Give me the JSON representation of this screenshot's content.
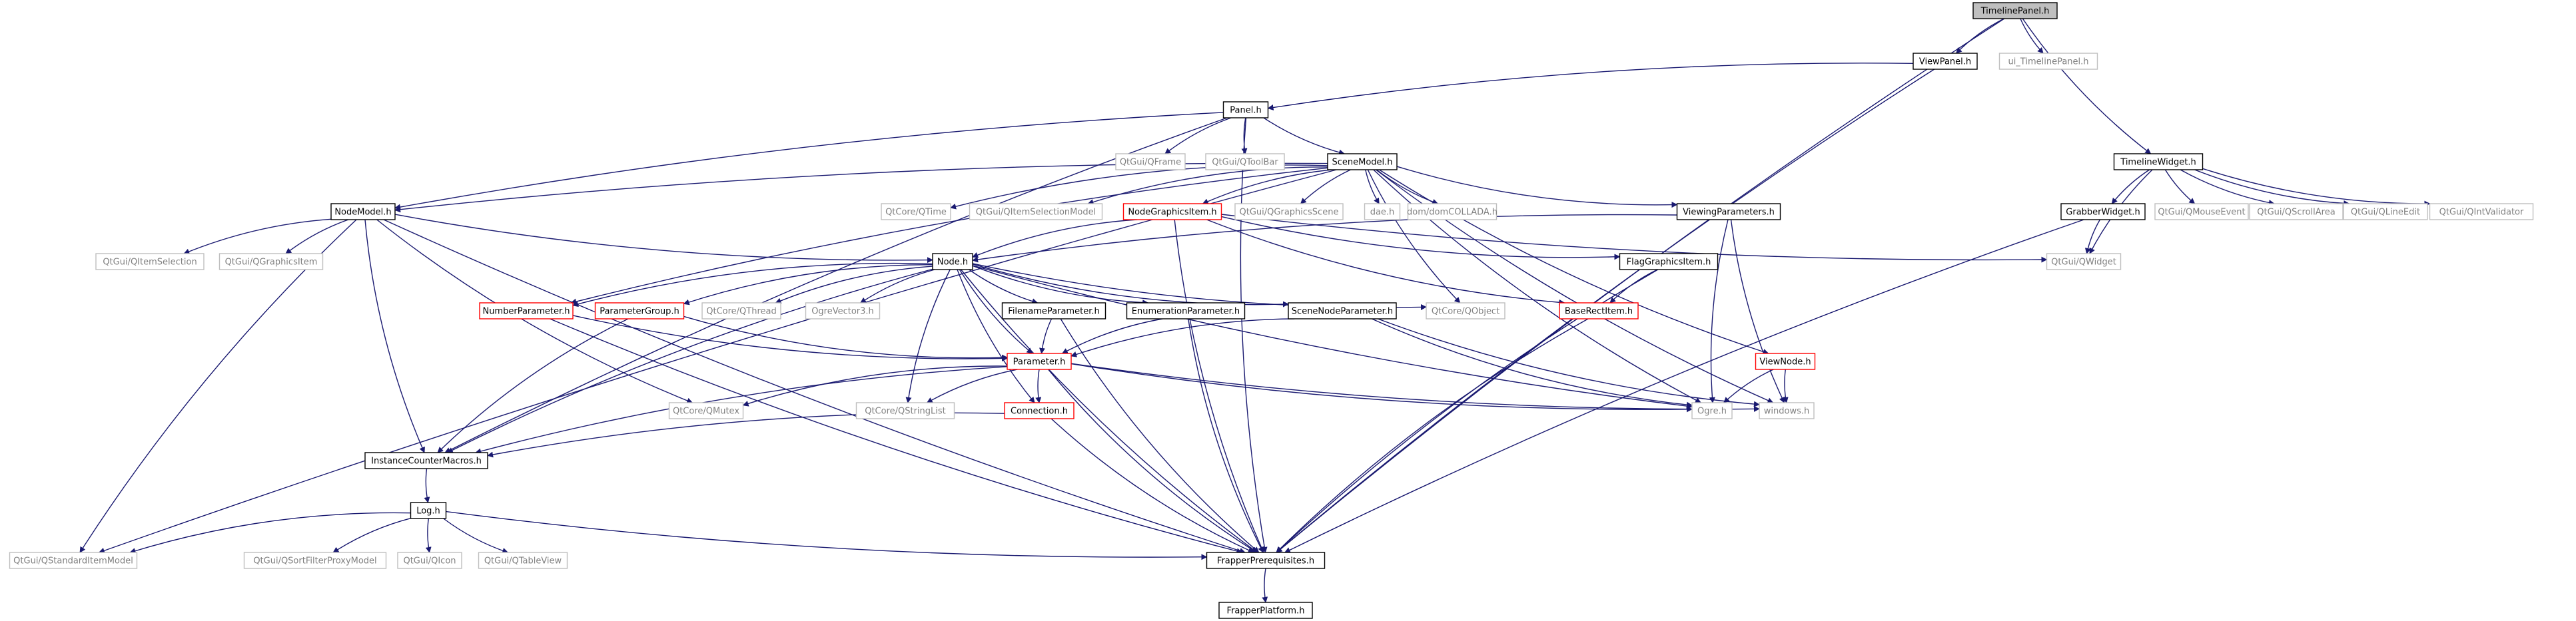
{
  "colors": {
    "edge": "#191970",
    "current_fill": "#bfbfbf",
    "normal_border": "#000000",
    "system_border": "#bfbfbf",
    "system_text": "#7f7f7f",
    "red_border": "#ff0000"
  },
  "nodes": [
    {
      "id": "TimelinePanel",
      "label": "TimelinePanel.h",
      "kind": "current"
    },
    {
      "id": "ViewPanel",
      "label": "ViewPanel.h",
      "kind": "normal"
    },
    {
      "id": "ui_TimelinePanel",
      "label": "ui_TimelinePanel.h",
      "kind": "system"
    },
    {
      "id": "Panel",
      "label": "Panel.h",
      "kind": "normal"
    },
    {
      "id": "TimelineWidget",
      "label": "TimelineWidget.h",
      "kind": "normal"
    },
    {
      "id": "QFrame",
      "label": "QtGui/QFrame",
      "kind": "system"
    },
    {
      "id": "QToolBar",
      "label": "QtGui/QToolBar",
      "kind": "system"
    },
    {
      "id": "SceneModel",
      "label": "SceneModel.h",
      "kind": "normal"
    },
    {
      "id": "NodeModel",
      "label": "NodeModel.h",
      "kind": "normal"
    },
    {
      "id": "QTime",
      "label": "QtCore/QTime",
      "kind": "system"
    },
    {
      "id": "QItemSelectionModel",
      "label": "QtGui/QItemSelectionModel",
      "kind": "system"
    },
    {
      "id": "NodeGraphicsItem",
      "label": "NodeGraphicsItem.h",
      "kind": "red"
    },
    {
      "id": "QGraphicsScene",
      "label": "QtGui/QGraphicsScene",
      "kind": "system"
    },
    {
      "id": "dae",
      "label": "dae.h",
      "kind": "system"
    },
    {
      "id": "domCOLLADA",
      "label": "dom/domCOLLADA.h",
      "kind": "system"
    },
    {
      "id": "ViewingParameters",
      "label": "ViewingParameters.h",
      "kind": "normal"
    },
    {
      "id": "GrabberWidget",
      "label": "GrabberWidget.h",
      "kind": "normal"
    },
    {
      "id": "QMouseEvent",
      "label": "QtGui/QMouseEvent",
      "kind": "system"
    },
    {
      "id": "QScrollArea",
      "label": "QtGui/QScrollArea",
      "kind": "system"
    },
    {
      "id": "QLineEdit",
      "label": "QtGui/QLineEdit",
      "kind": "system"
    },
    {
      "id": "QIntValidator",
      "label": "QtGui/QIntValidator",
      "kind": "system"
    },
    {
      "id": "QItemSelection",
      "label": "QtGui/QItemSelection",
      "kind": "system"
    },
    {
      "id": "QGraphicsItem",
      "label": "QtGui/QGraphicsItem",
      "kind": "system"
    },
    {
      "id": "Node",
      "label": "Node.h",
      "kind": "normal"
    },
    {
      "id": "FlagGraphicsItem",
      "label": "FlagGraphicsItem.h",
      "kind": "normal"
    },
    {
      "id": "QWidget",
      "label": "QtGui/QWidget",
      "kind": "system"
    },
    {
      "id": "NumberParameter",
      "label": "NumberParameter.h",
      "kind": "red"
    },
    {
      "id": "ParameterGroup",
      "label": "ParameterGroup.h",
      "kind": "red"
    },
    {
      "id": "QThread",
      "label": "QtCore/QThread",
      "kind": "system"
    },
    {
      "id": "OgreVector3",
      "label": "OgreVector3.h",
      "kind": "system"
    },
    {
      "id": "FilenameParameter",
      "label": "FilenameParameter.h",
      "kind": "normal"
    },
    {
      "id": "EnumerationParameter",
      "label": "EnumerationParameter.h",
      "kind": "normal"
    },
    {
      "id": "SceneNodeParameter",
      "label": "SceneNodeParameter.h",
      "kind": "normal"
    },
    {
      "id": "QObject",
      "label": "QtCore/QObject",
      "kind": "system"
    },
    {
      "id": "BaseRectItem",
      "label": "BaseRectItem.h",
      "kind": "red"
    },
    {
      "id": "ViewNode",
      "label": "ViewNode.h",
      "kind": "red"
    },
    {
      "id": "Parameter",
      "label": "Parameter.h",
      "kind": "red"
    },
    {
      "id": "QMutex",
      "label": "QtCore/QMutex",
      "kind": "system"
    },
    {
      "id": "QStringList",
      "label": "QtCore/QStringList",
      "kind": "system"
    },
    {
      "id": "Connection",
      "label": "Connection.h",
      "kind": "red"
    },
    {
      "id": "Ogre",
      "label": "Ogre.h",
      "kind": "system"
    },
    {
      "id": "windows",
      "label": "windows.h",
      "kind": "system"
    },
    {
      "id": "InstanceCounterMacros",
      "label": "InstanceCounterMacros.h",
      "kind": "normal"
    },
    {
      "id": "Log",
      "label": "Log.h",
      "kind": "normal"
    },
    {
      "id": "QStandardItemModel",
      "label": "QtGui/QStandardItemModel",
      "kind": "system"
    },
    {
      "id": "QSortFilterProxyModel",
      "label": "QtGui/QSortFilterProxyModel",
      "kind": "system"
    },
    {
      "id": "QIcon",
      "label": "QtGui/QIcon",
      "kind": "system"
    },
    {
      "id": "QTableView",
      "label": "QtGui/QTableView",
      "kind": "system"
    },
    {
      "id": "FrapperPrerequisites",
      "label": "FrapperPrerequisites.h",
      "kind": "normal"
    },
    {
      "id": "FrapperPlatform",
      "label": "FrapperPlatform.h",
      "kind": "normal"
    }
  ],
  "edges": [
    [
      "TimelinePanel",
      "ViewPanel"
    ],
    [
      "TimelinePanel",
      "ui_TimelinePanel"
    ],
    [
      "TimelinePanel",
      "TimelineWidget"
    ],
    [
      "TimelinePanel",
      "FrapperPrerequisites"
    ],
    [
      "ViewPanel",
      "Panel"
    ],
    [
      "ViewPanel",
      "FrapperPrerequisites"
    ],
    [
      "Panel",
      "QFrame"
    ],
    [
      "Panel",
      "QToolBar"
    ],
    [
      "Panel",
      "SceneModel"
    ],
    [
      "Panel",
      "NodeModel"
    ],
    [
      "Panel",
      "InstanceCounterMacros"
    ],
    [
      "Panel",
      "FrapperPrerequisites"
    ],
    [
      "TimelineWidget",
      "GrabberWidget"
    ],
    [
      "TimelineWidget",
      "QWidget"
    ],
    [
      "TimelineWidget",
      "QMouseEvent"
    ],
    [
      "TimelineWidget",
      "QScrollArea"
    ],
    [
      "TimelineWidget",
      "QLineEdit"
    ],
    [
      "TimelineWidget",
      "QIntValidator"
    ],
    [
      "GrabberWidget",
      "QWidget"
    ],
    [
      "GrabberWidget",
      "FrapperPrerequisites"
    ],
    [
      "SceneModel",
      "NodeModel"
    ],
    [
      "SceneModel",
      "QStandardItemModel"
    ],
    [
      "SceneModel",
      "QTime"
    ],
    [
      "SceneModel",
      "QItemSelectionModel"
    ],
    [
      "SceneModel",
      "NodeGraphicsItem"
    ],
    [
      "SceneModel",
      "QGraphicsScene"
    ],
    [
      "SceneModel",
      "dae"
    ],
    [
      "SceneModel",
      "domCOLLADA"
    ],
    [
      "SceneModel",
      "ViewingParameters"
    ],
    [
      "SceneModel",
      "NumberParameter"
    ],
    [
      "SceneModel",
      "QObject"
    ],
    [
      "SceneModel",
      "ViewNode"
    ],
    [
      "SceneModel",
      "Ogre"
    ],
    [
      "SceneModel",
      "windows"
    ],
    [
      "NodeModel",
      "QItemSelection"
    ],
    [
      "NodeModel",
      "QGraphicsItem"
    ],
    [
      "NodeModel",
      "Node"
    ],
    [
      "NodeModel",
      "QStandardItemModel"
    ],
    [
      "NodeModel",
      "QMutex"
    ],
    [
      "NodeModel",
      "InstanceCounterMacros"
    ],
    [
      "NodeModel",
      "FrapperPrerequisites"
    ],
    [
      "NodeGraphicsItem",
      "Node"
    ],
    [
      "NodeGraphicsItem",
      "FlagGraphicsItem"
    ],
    [
      "NodeGraphicsItem",
      "BaseRectItem"
    ],
    [
      "NodeGraphicsItem",
      "QWidget"
    ],
    [
      "NodeGraphicsItem",
      "FrapperPrerequisites"
    ],
    [
      "ViewingParameters",
      "Node"
    ],
    [
      "ViewingParameters",
      "Ogre"
    ],
    [
      "ViewingParameters",
      "windows"
    ],
    [
      "FlagGraphicsItem",
      "BaseRectItem"
    ],
    [
      "FlagGraphicsItem",
      "FrapperPrerequisites"
    ],
    [
      "BaseRectItem",
      "FrapperPrerequisites"
    ],
    [
      "Node",
      "NumberParameter"
    ],
    [
      "Node",
      "ParameterGroup"
    ],
    [
      "Node",
      "QThread"
    ],
    [
      "Node",
      "OgreVector3"
    ],
    [
      "Node",
      "FilenameParameter"
    ],
    [
      "Node",
      "EnumerationParameter"
    ],
    [
      "Node",
      "SceneNodeParameter"
    ],
    [
      "Node",
      "QObject"
    ],
    [
      "Node",
      "Parameter"
    ],
    [
      "Node",
      "QStringList"
    ],
    [
      "Node",
      "Connection"
    ],
    [
      "Node",
      "InstanceCounterMacros"
    ],
    [
      "Node",
      "Ogre"
    ],
    [
      "Node",
      "FrapperPrerequisites"
    ],
    [
      "NumberParameter",
      "Parameter"
    ],
    [
      "NumberParameter",
      "FrapperPrerequisites"
    ],
    [
      "ParameterGroup",
      "Parameter"
    ],
    [
      "ParameterGroup",
      "InstanceCounterMacros"
    ],
    [
      "FilenameParameter",
      "Parameter"
    ],
    [
      "FilenameParameter",
      "FrapperPrerequisites"
    ],
    [
      "EnumerationParameter",
      "Parameter"
    ],
    [
      "EnumerationParameter",
      "FrapperPrerequisites"
    ],
    [
      "SceneNodeParameter",
      "Parameter"
    ],
    [
      "SceneNodeParameter",
      "Ogre"
    ],
    [
      "SceneNodeParameter",
      "windows"
    ],
    [
      "ViewNode",
      "Ogre"
    ],
    [
      "ViewNode",
      "windows"
    ],
    [
      "Parameter",
      "QMutex"
    ],
    [
      "Parameter",
      "QStringList"
    ],
    [
      "Parameter",
      "Connection"
    ],
    [
      "Parameter",
      "InstanceCounterMacros"
    ],
    [
      "Parameter",
      "Ogre"
    ],
    [
      "Parameter",
      "windows"
    ],
    [
      "Parameter",
      "FrapperPrerequisites"
    ],
    [
      "Connection",
      "InstanceCounterMacros"
    ],
    [
      "Connection",
      "FrapperPrerequisites"
    ],
    [
      "InstanceCounterMacros",
      "Log"
    ],
    [
      "Log",
      "QStandardItemModel"
    ],
    [
      "Log",
      "QSortFilterProxyModel"
    ],
    [
      "Log",
      "QIcon"
    ],
    [
      "Log",
      "QTableView"
    ],
    [
      "Log",
      "FrapperPrerequisites"
    ],
    [
      "FrapperPrerequisites",
      "FrapperPlatform"
    ]
  ]
}
